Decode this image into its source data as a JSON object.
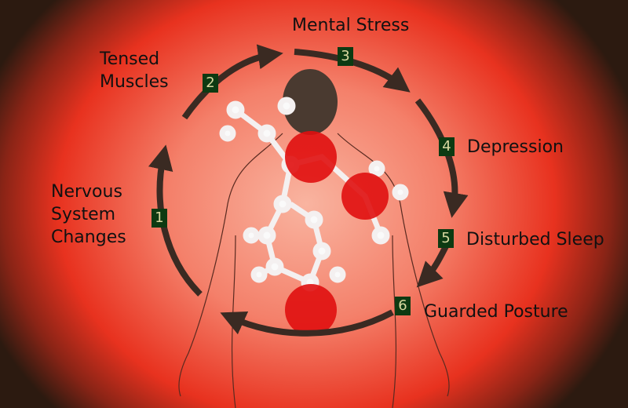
{
  "cycle": [
    {
      "number": "1",
      "label": "Nervous\nSystem\nChanges"
    },
    {
      "number": "2",
      "label": "Tensed\nMuscles"
    },
    {
      "number": "3",
      "label": "Mental Stress"
    },
    {
      "number": "4",
      "label": "Depression"
    },
    {
      "number": "5",
      "label": "Disturbed Sleep"
    },
    {
      "number": "6",
      "label": "Guarded Posture"
    }
  ],
  "colors": {
    "badge": "#0d3a12",
    "arrow": "#3a2a22",
    "hotspot": "#e01010"
  }
}
